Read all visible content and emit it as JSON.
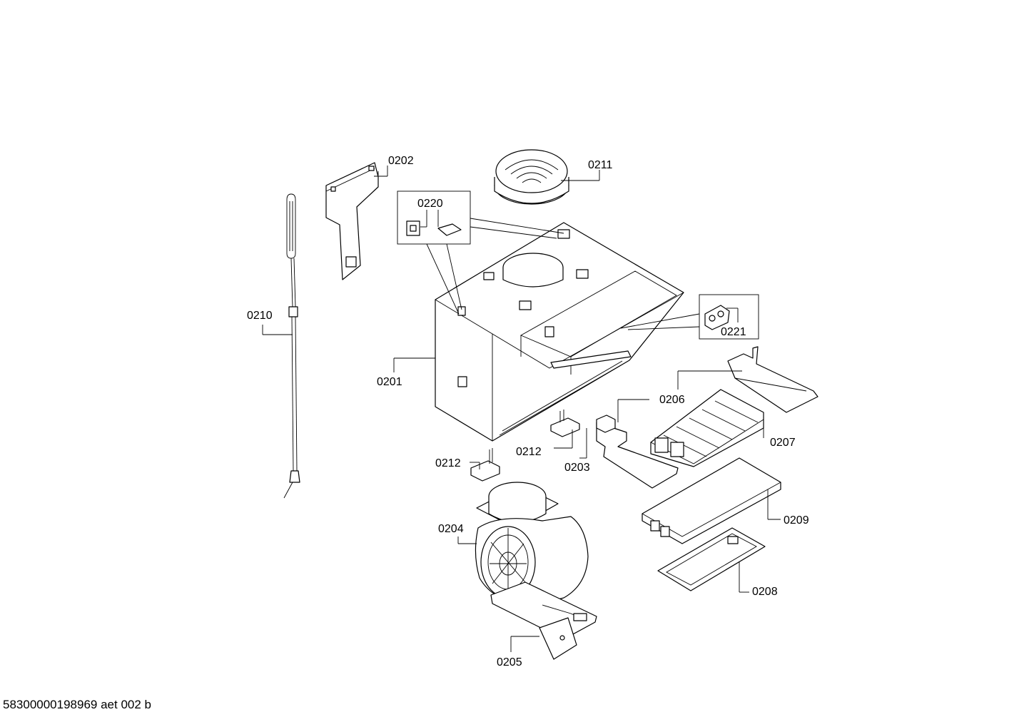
{
  "callouts": {
    "c0201": "0201",
    "c0202": "0202",
    "c0203": "0203",
    "c0204": "0204",
    "c0205": "0205",
    "c0206": "0206",
    "c0207": "0207",
    "c0208": "0208",
    "c0209": "0209",
    "c0210": "0210",
    "c0211": "0211",
    "c0212a": "0212",
    "c0212b": "0212",
    "c0220": "0220",
    "c0221": "0221"
  },
  "footer": {
    "document_id": "58300000198969 aet 002 b"
  }
}
